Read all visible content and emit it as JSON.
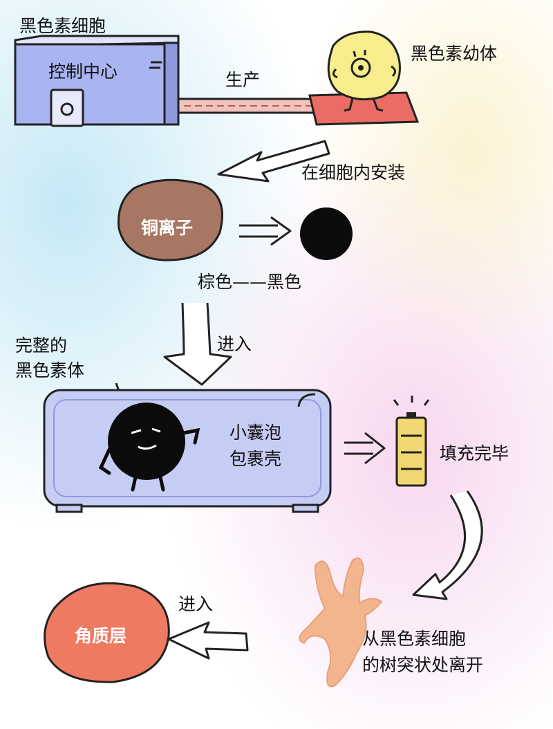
{
  "colors": {
    "machine_fill": "#a9b4f0",
    "copper_ion": "#a77764",
    "melanin": "#0b0b0b",
    "stratum_corneum": "#ef7a62",
    "premelanosome": "#f7ed8c",
    "battery": "#f2d773",
    "dendrite": "#f3b58e",
    "conveyor_pad": "#ea6c64"
  },
  "labels": {
    "melanocyte": "黑色素细胞",
    "control_center": "控制中心",
    "produce": "生产",
    "premelanosome": "黑色素幼体",
    "install_in_cell": "在细胞内安装",
    "copper_ion": "铜离子",
    "brown_to_black": "棕色——黑色",
    "complete_melanosome_line1": "完整的",
    "complete_melanosome_line2": "黑色素体",
    "enter_top": "进入",
    "vesicle_line1": "小囊泡",
    "vesicle_line2": "包裹壳",
    "filling_done": "填充完毕",
    "leave_line1": "从黑色素细胞",
    "leave_line2": "的树突状处离开",
    "enter_bottom": "进入",
    "stratum_corneum": "角质层"
  }
}
